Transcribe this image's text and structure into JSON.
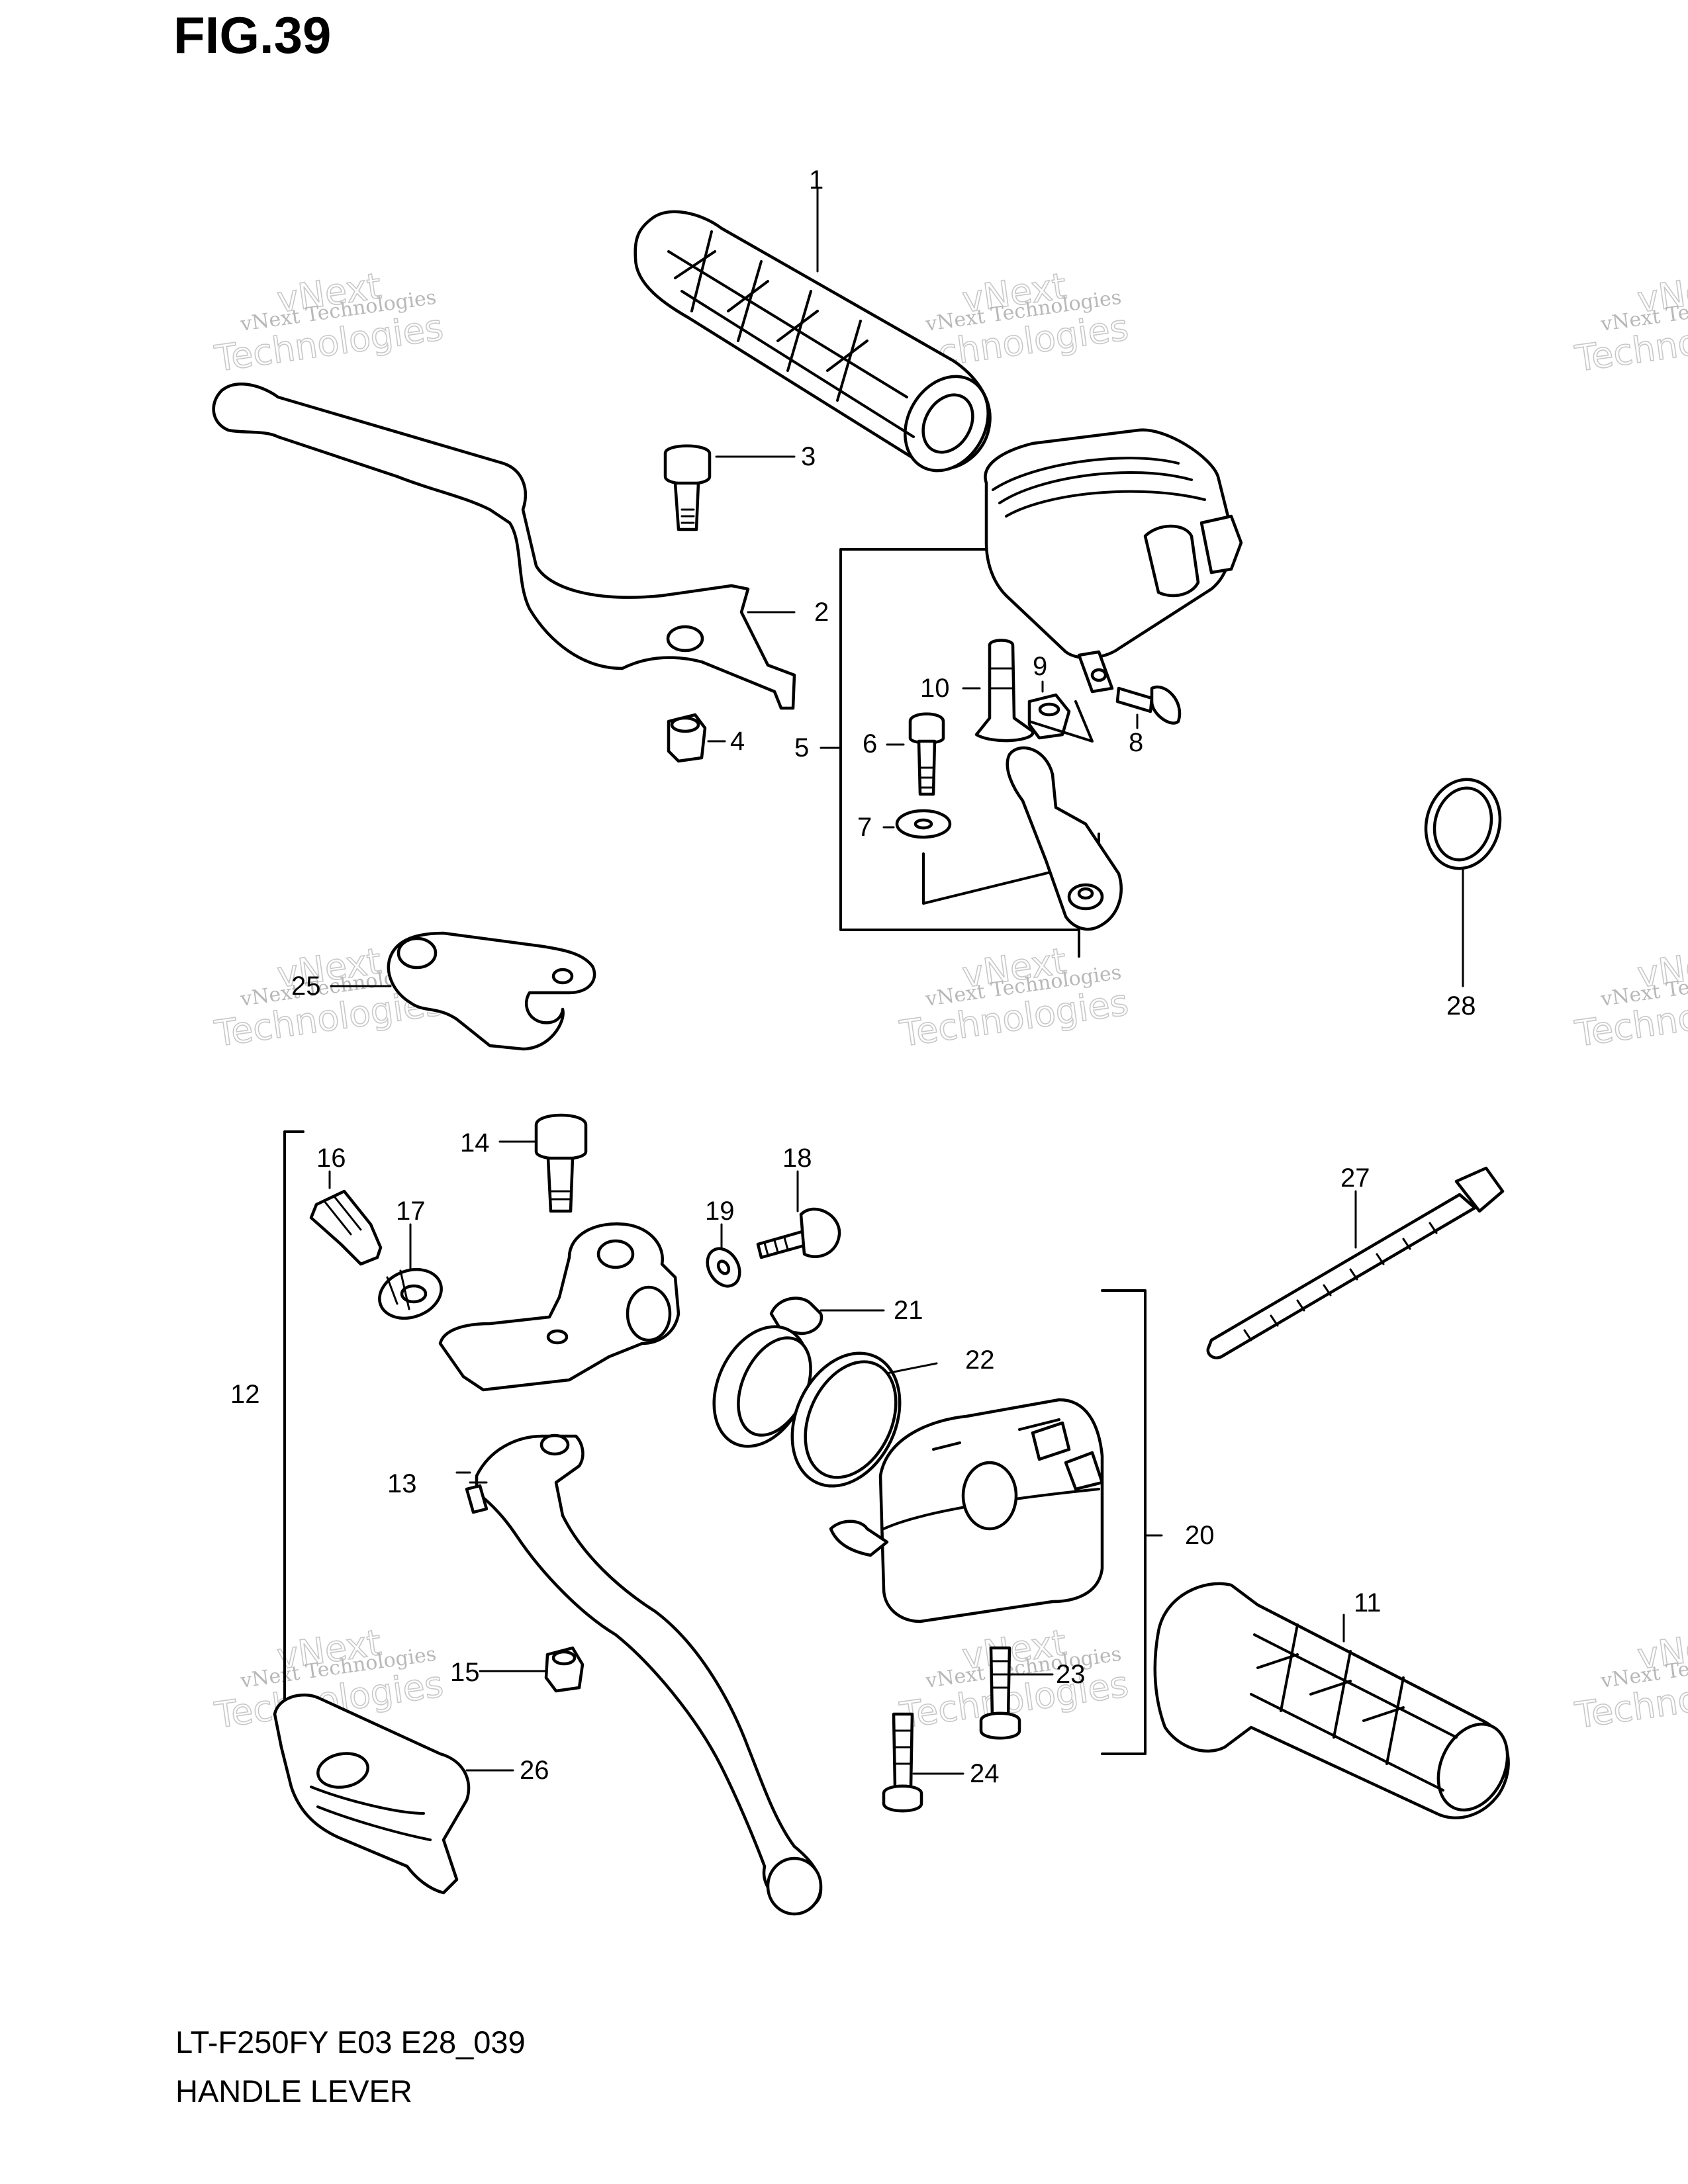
{
  "figure": {
    "title": "FIG.39",
    "model_code": "LT-F250FY E03 E28_039",
    "section_title": "HANDLE LEVER"
  },
  "watermark": {
    "line1": "vNext Technologies",
    "line2": "vNext",
    "line3": "Technologies"
  },
  "callouts": [
    "1",
    "2",
    "3",
    "4",
    "5",
    "6",
    "7",
    "8",
    "9",
    "10",
    "11",
    "12",
    "13",
    "14",
    "15",
    "16",
    "17",
    "18",
    "19",
    "20",
    "21",
    "22",
    "23",
    "24",
    "25",
    "26",
    "27",
    "28"
  ]
}
